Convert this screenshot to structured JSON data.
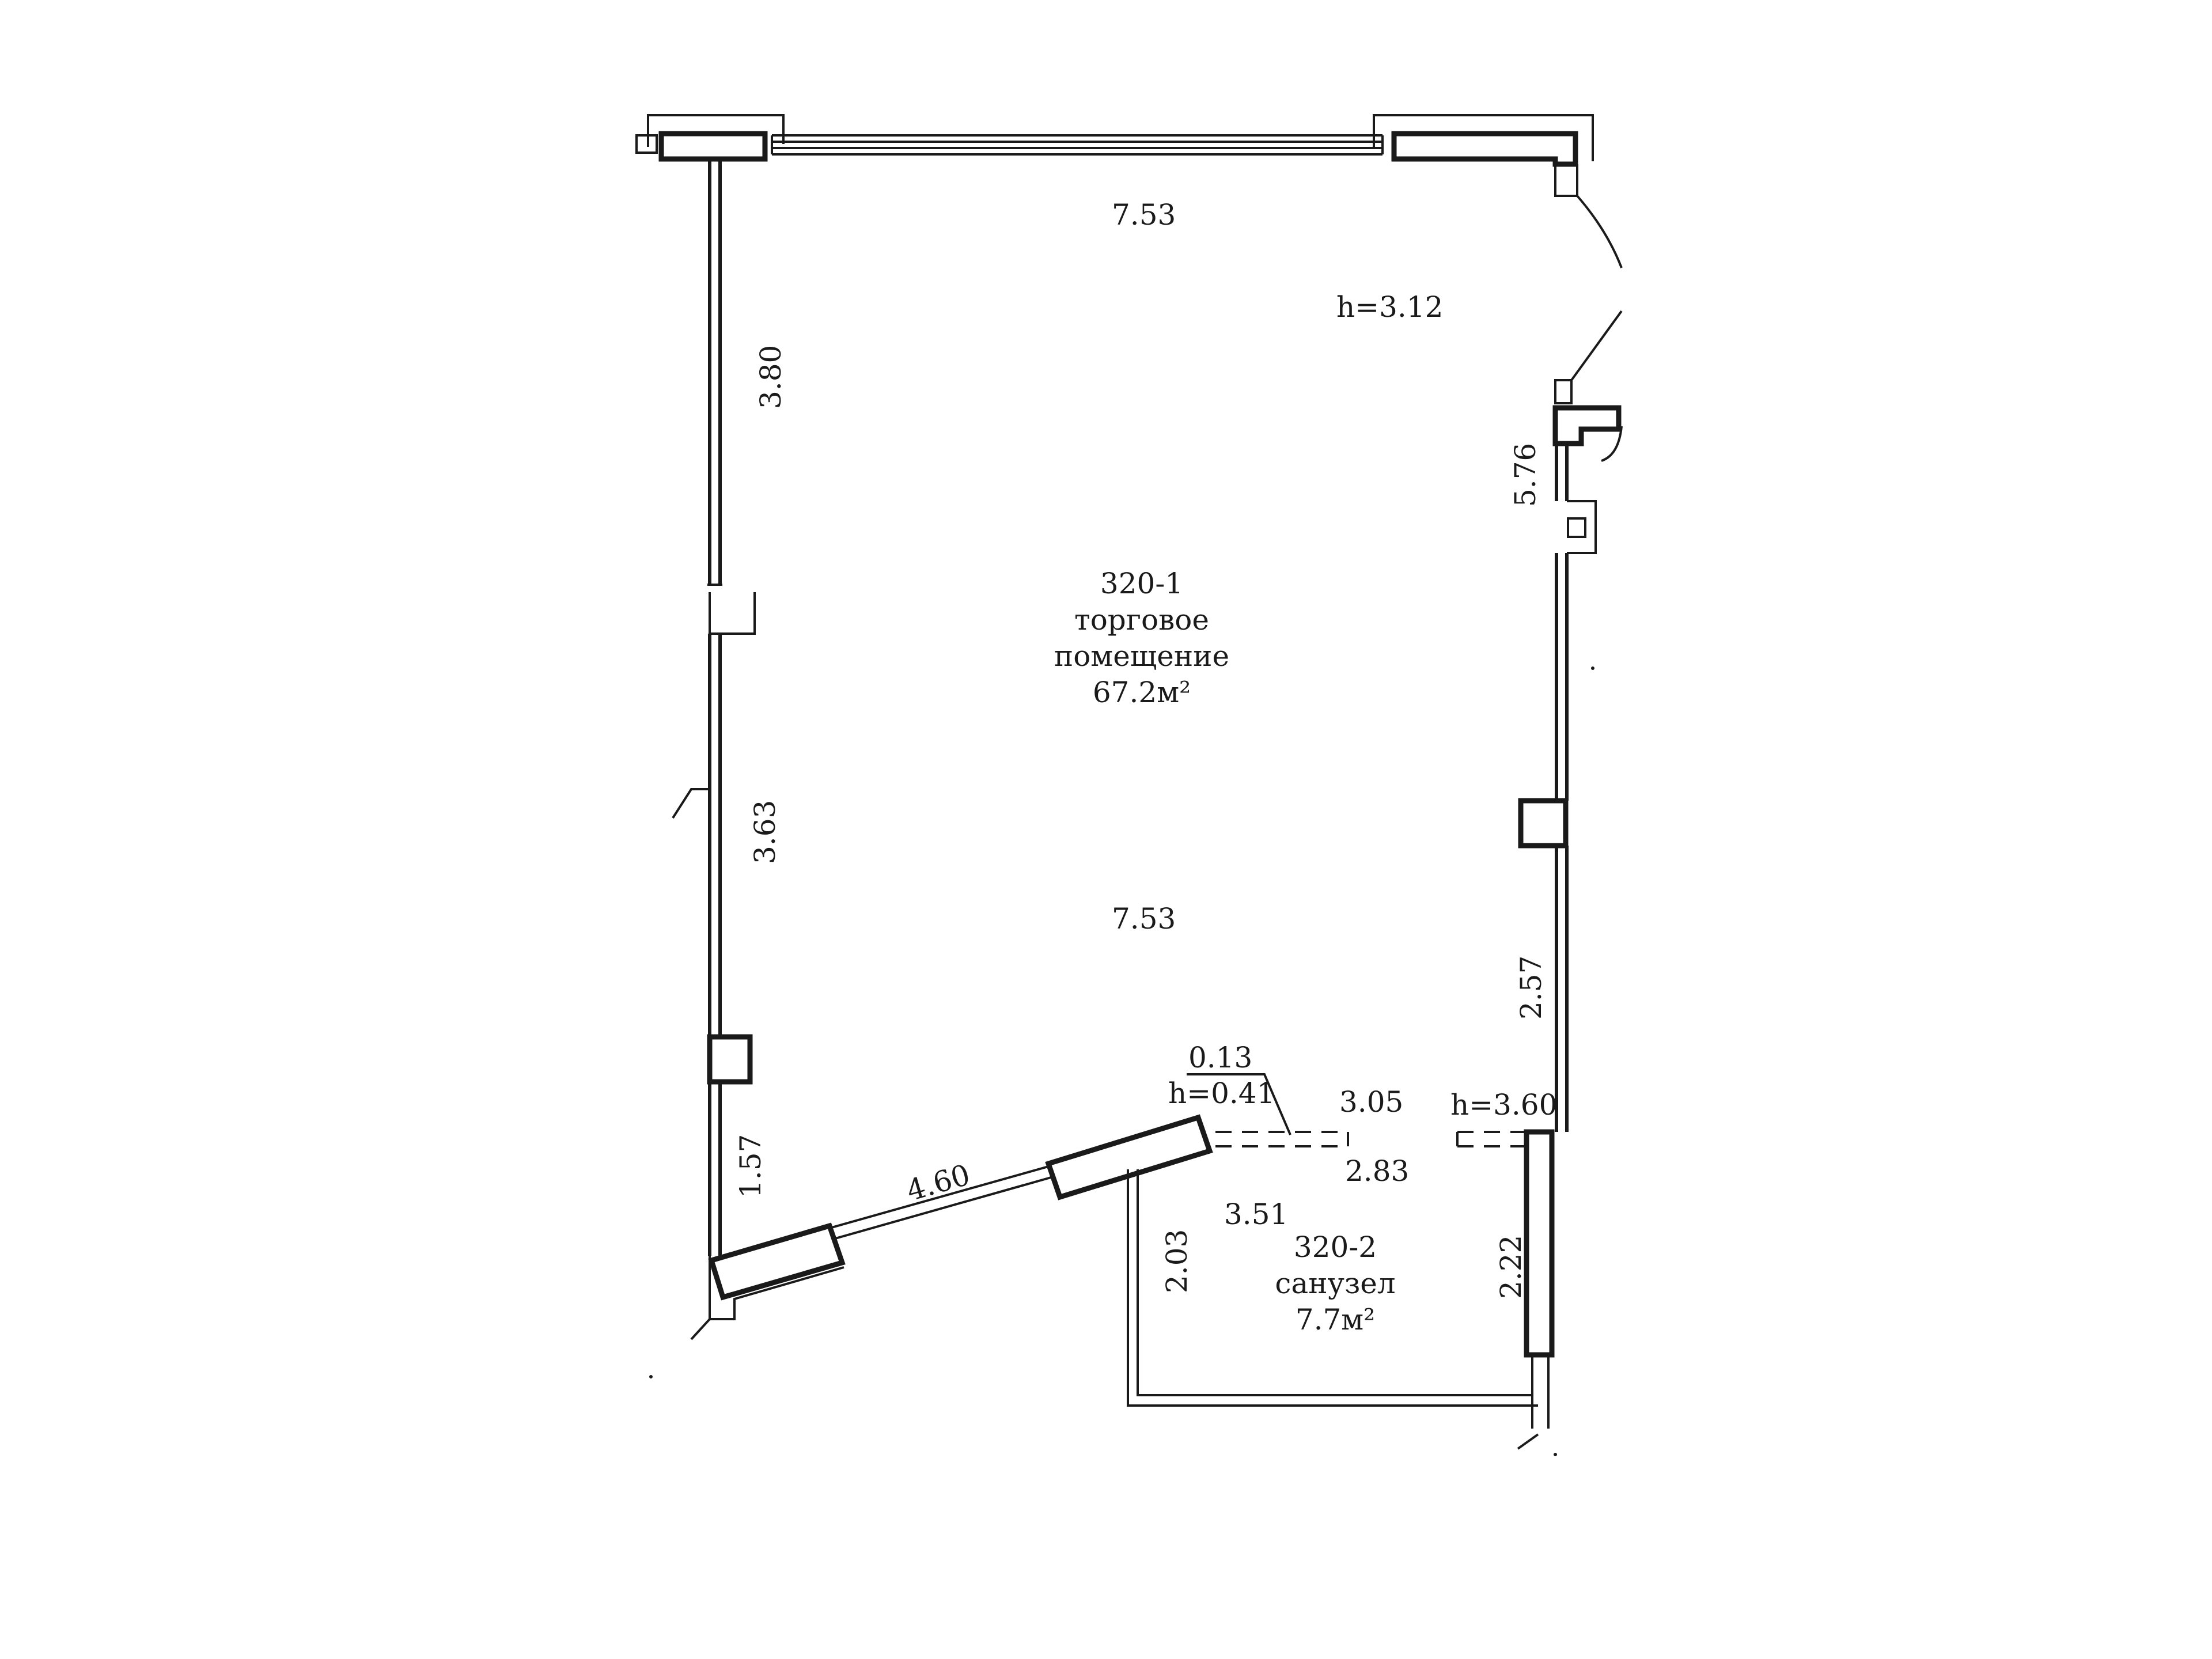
{
  "plan": {
    "dimensions": {
      "top_width": "7.53",
      "middle_width": "7.53",
      "left_upper": "3.80",
      "left_middle": "3.63",
      "left_lower": "1.57",
      "right_upper": "5.76",
      "right_lower": "2.57",
      "diagonal_wall": "4.60",
      "niche_width": "0.13",
      "bath_top": "3.05",
      "bath_top_inner": "2.83",
      "bath_width": "3.51",
      "bath_left": "2.03",
      "bath_right": "2.22"
    },
    "heights": {
      "ceiling": "h=3.12",
      "niche": "h=0.41",
      "bath_opening": "h=3.60"
    },
    "rooms": [
      {
        "number": "320-1",
        "name_line1": "торговое",
        "name_line2": "помещение",
        "area": "67.2м²"
      },
      {
        "number": "320-2",
        "name_line1": "санузел",
        "area": "7.7м²"
      }
    ]
  }
}
